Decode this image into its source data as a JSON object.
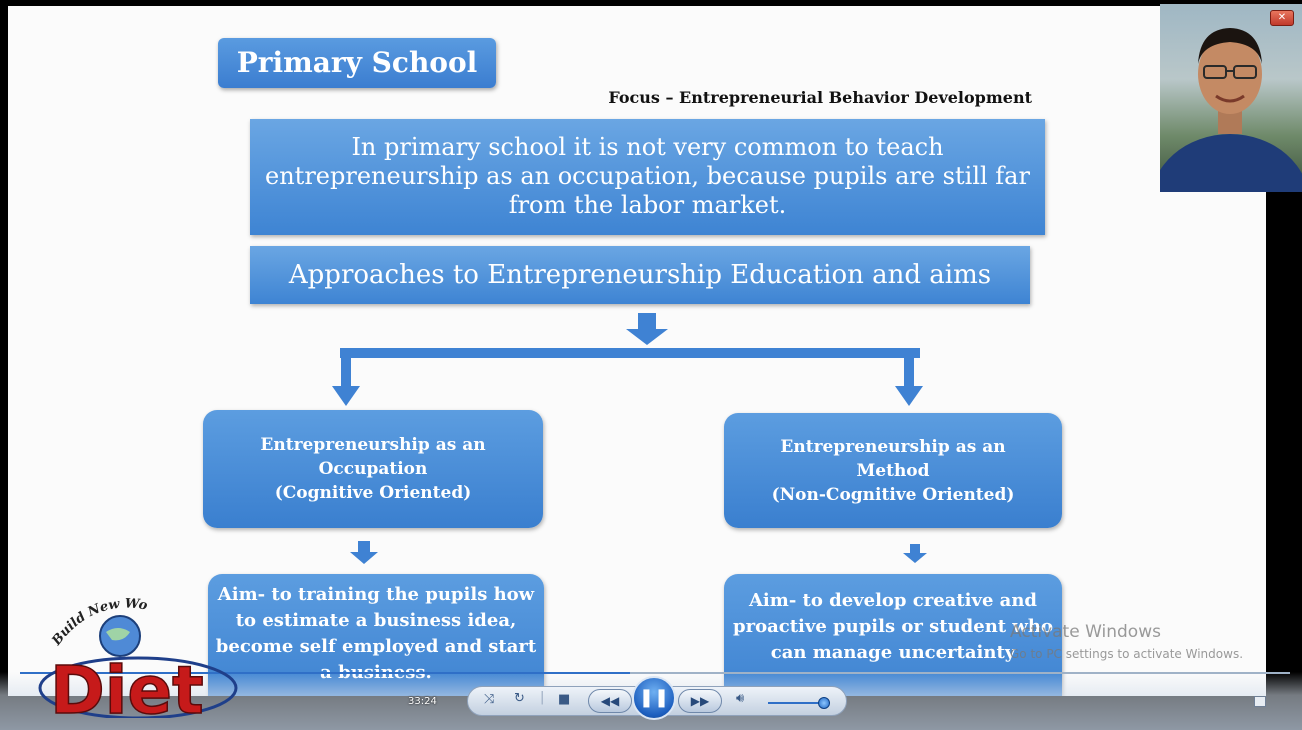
{
  "slide": {
    "title": "Primary School",
    "focus": "Focus  – Entrepreneurial Behavior Development",
    "intro": "In primary school it is not very common to teach entrepreneurship as an occupation, because pupils are still far from the labor market.",
    "approaches": "Approaches to Entrepreneurship Education and aims",
    "occupation": {
      "line1": "Entrepreneurship as an",
      "line2": "Occupation",
      "line3": "(Cognitive Oriented)"
    },
    "method": {
      "line1": "Entrepreneurship as an",
      "line2": "Method",
      "line3": "(Non-Cognitive Oriented)"
    },
    "aim_occupation": "Aim-  to training the pupils how to estimate a business idea, become self employed and start a business.",
    "aim_method": "Aim- to develop creative and proactive pupils or student who can manage uncertainty"
  },
  "watermark": {
    "line1": "Activate Windows",
    "line2": "Go to PC settings to activate Windows."
  },
  "logo": {
    "arc_text": "Build New World",
    "brand": "Diet"
  },
  "player": {
    "time": "33:24",
    "progress": 0.48,
    "volume": 0.85,
    "icons": [
      "shuffle-icon",
      "repeat-icon",
      "stop-icon",
      "rewind-icon",
      "pause-icon",
      "fast-forward-icon",
      "volume-icon",
      "fullscreen-icon"
    ]
  },
  "webcam": {
    "close_label": "✕"
  }
}
